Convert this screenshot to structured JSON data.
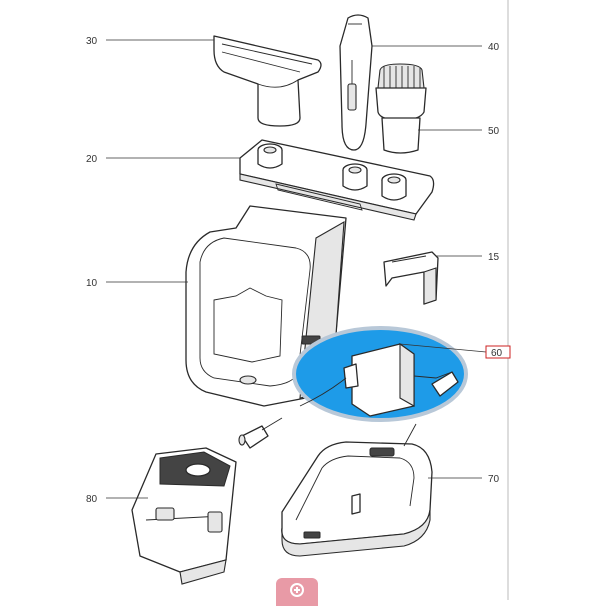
{
  "callouts": [
    {
      "id": "30",
      "label": "30"
    },
    {
      "id": "40",
      "label": "40"
    },
    {
      "id": "50",
      "label": "50"
    },
    {
      "id": "20",
      "label": "20"
    },
    {
      "id": "15",
      "label": "15"
    },
    {
      "id": "10",
      "label": "10"
    },
    {
      "id": "60",
      "label": "60",
      "highlight_color": "#cc2222"
    },
    {
      "id": "70",
      "label": "70"
    },
    {
      "id": "80",
      "label": "80"
    }
  ],
  "highlight": {
    "ring_color": "#b8c8d8",
    "fill_color": "#1e9be8"
  },
  "zoom_button": {
    "icon": "zoom-in-icon",
    "color": "#e89aa6"
  }
}
